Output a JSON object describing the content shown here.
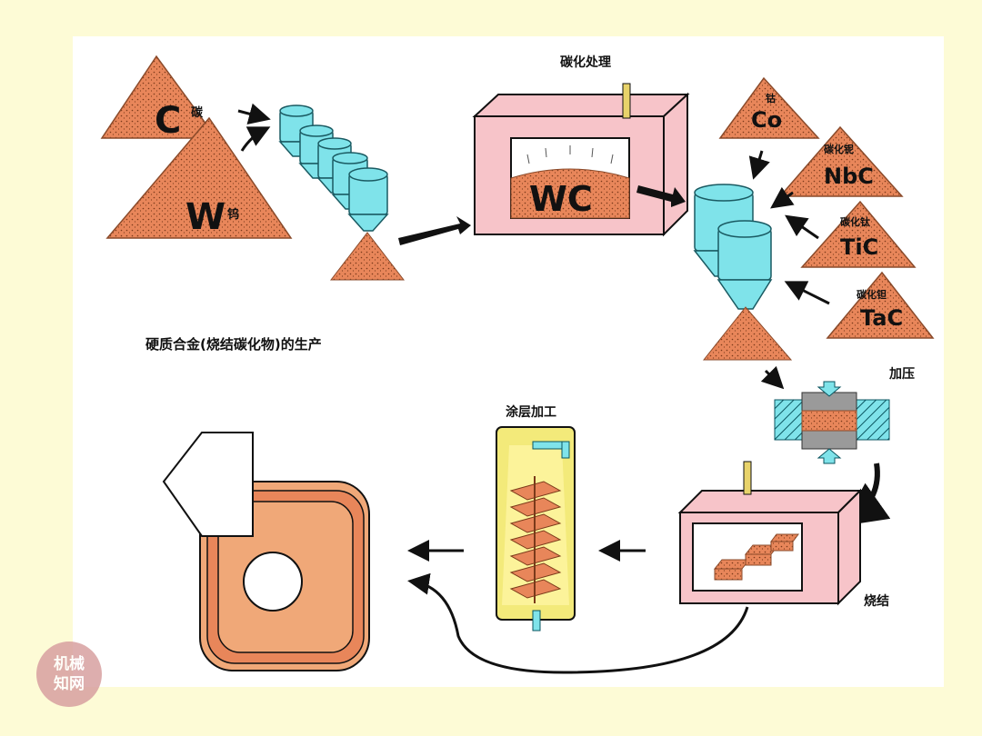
{
  "diagram": {
    "title": "硬质合金(烧结碳化物)的生产",
    "labels": {
      "carbon_symbol": "C",
      "carbon_name": "碳",
      "tungsten_symbol": "W",
      "tungsten_name": "钨",
      "carbonization": "碳化处理",
      "wc_product": "WC",
      "cobalt_symbol": "Co",
      "cobalt_name": "钴",
      "nbc_symbol": "NbC",
      "nbc_name": "碳化铌",
      "tic_symbol": "TiC",
      "tic_name": "碳化钛",
      "tac_symbol": "TaC",
      "tac_name": "碳化钽",
      "pressing": "加压",
      "sintering": "烧结",
      "coating": "涂层加工"
    }
  },
  "watermark": {
    "line1": "机械",
    "line2": "知网"
  },
  "colors": {
    "background": "#fdfbd6",
    "powder": "#e8865a",
    "furnace": "#f7c4c9",
    "mixer": "#7fe3ea",
    "coating_glow": "#f3ea7a"
  }
}
